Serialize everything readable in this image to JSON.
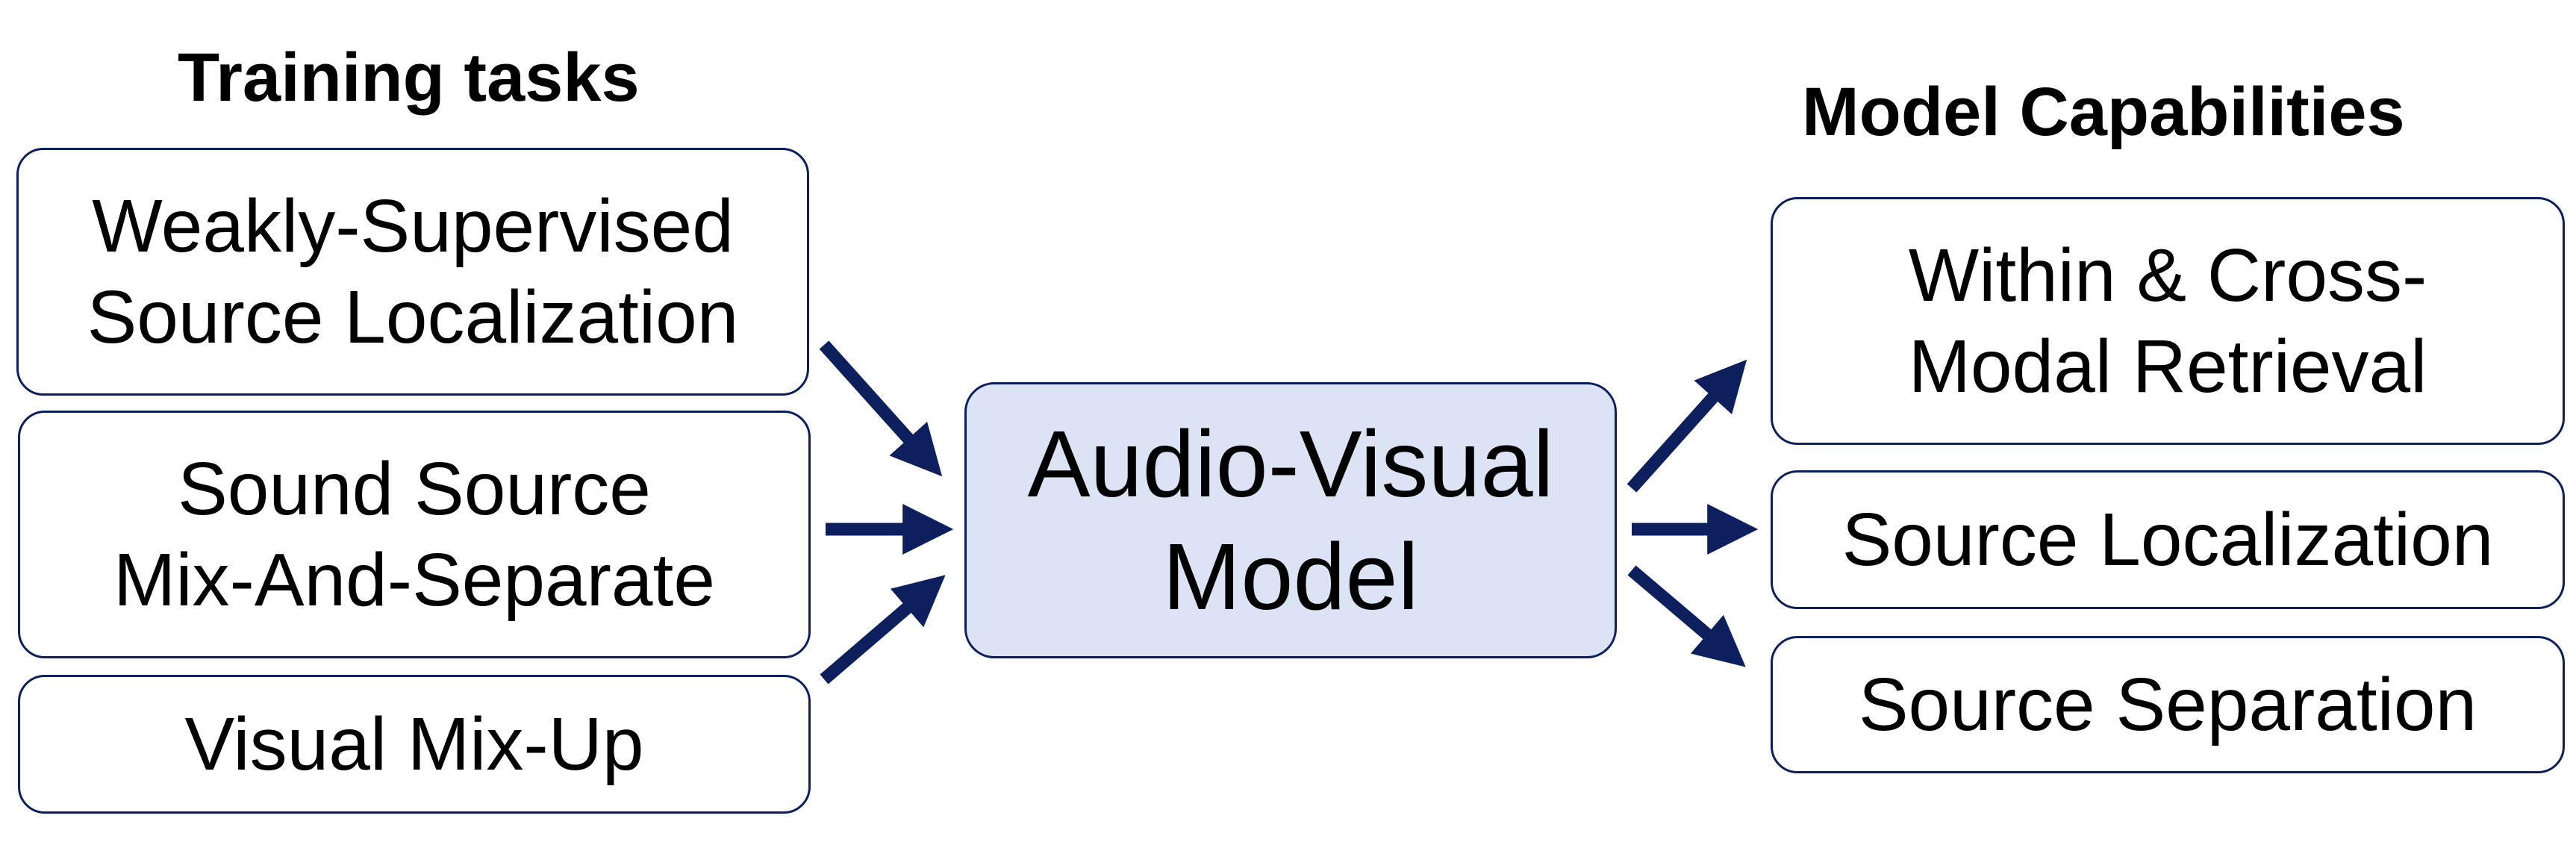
{
  "headings": {
    "training": "Training tasks",
    "capabilities": "Model Capabilities"
  },
  "training_tasks": [
    {
      "lines": [
        "Weakly-Supervised",
        "Source Localization"
      ]
    },
    {
      "lines": [
        "Sound Source",
        "Mix-And-Separate"
      ]
    },
    {
      "lines": [
        "Visual Mix-Up"
      ]
    }
  ],
  "model": {
    "lines": [
      "Audio-Visual",
      "Model"
    ]
  },
  "capabilities": [
    {
      "lines": [
        "Within & Cross-",
        "Modal Retrieval"
      ]
    },
    {
      "lines": [
        "Source Localization"
      ]
    },
    {
      "lines": [
        "Source Separation"
      ]
    }
  ],
  "colors": {
    "arrow": "#0d1f5c",
    "box_border": "#0d1f5c",
    "model_fill": "#dbe3f4"
  }
}
